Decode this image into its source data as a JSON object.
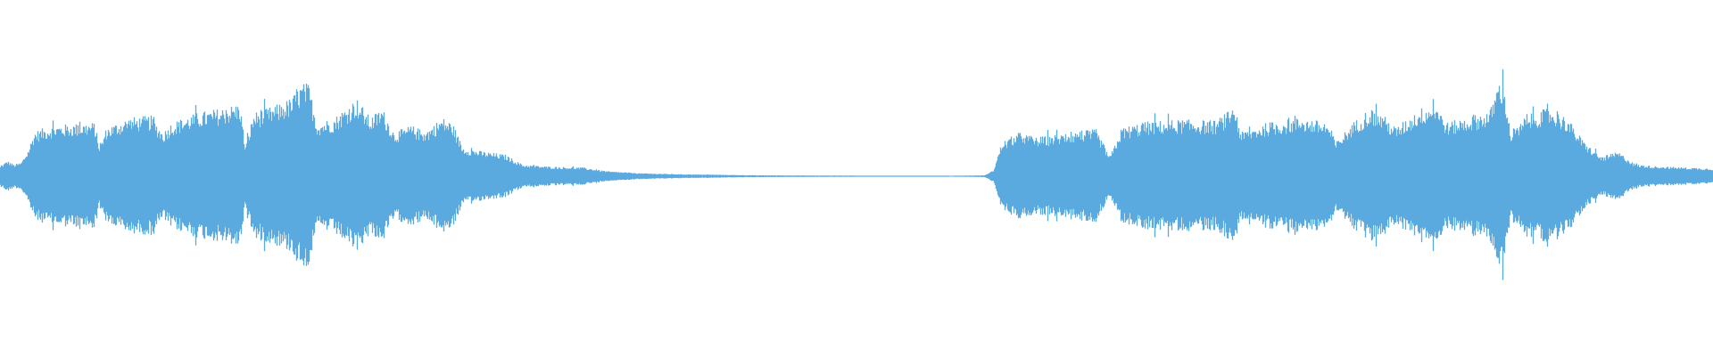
{
  "waveform": {
    "color": "#5aaae0",
    "background": "#ffffff",
    "envelope": [
      [
        0.0,
        0.1
      ],
      [
        0.004,
        0.16
      ],
      [
        0.008,
        0.12
      ],
      [
        0.012,
        0.14
      ],
      [
        0.016,
        0.26
      ],
      [
        0.02,
        0.46
      ],
      [
        0.03,
        0.52
      ],
      [
        0.045,
        0.54
      ],
      [
        0.055,
        0.55
      ],
      [
        0.058,
        0.3
      ],
      [
        0.062,
        0.5
      ],
      [
        0.075,
        0.6
      ],
      [
        0.088,
        0.62
      ],
      [
        0.095,
        0.45
      ],
      [
        0.1,
        0.55
      ],
      [
        0.115,
        0.65
      ],
      [
        0.13,
        0.7
      ],
      [
        0.14,
        0.75
      ],
      [
        0.143,
        0.3
      ],
      [
        0.148,
        0.65
      ],
      [
        0.16,
        0.72
      ],
      [
        0.17,
        0.8
      ],
      [
        0.176,
        0.95
      ],
      [
        0.18,
        0.95
      ],
      [
        0.185,
        0.55
      ],
      [
        0.195,
        0.6
      ],
      [
        0.208,
        0.8
      ],
      [
        0.216,
        0.6
      ],
      [
        0.223,
        0.7
      ],
      [
        0.23,
        0.45
      ],
      [
        0.24,
        0.52
      ],
      [
        0.248,
        0.46
      ],
      [
        0.258,
        0.6
      ],
      [
        0.264,
        0.55
      ],
      [
        0.27,
        0.3
      ],
      [
        0.28,
        0.26
      ],
      [
        0.295,
        0.22
      ],
      [
        0.305,
        0.12
      ],
      [
        0.32,
        0.1
      ],
      [
        0.34,
        0.09
      ],
      [
        0.355,
        0.05
      ],
      [
        0.375,
        0.03
      ],
      [
        0.4,
        0.02
      ],
      [
        0.44,
        0.01
      ],
      [
        0.5,
        0.006
      ],
      [
        0.553,
        0.004
      ],
      [
        0.554,
        0.0
      ],
      [
        0.557,
        0.0
      ],
      [
        0.558,
        0.004
      ],
      [
        0.575,
        0.01
      ],
      [
        0.58,
        0.06
      ],
      [
        0.585,
        0.35
      ],
      [
        0.595,
        0.45
      ],
      [
        0.605,
        0.4
      ],
      [
        0.615,
        0.42
      ],
      [
        0.625,
        0.45
      ],
      [
        0.64,
        0.48
      ],
      [
        0.648,
        0.2
      ],
      [
        0.655,
        0.5
      ],
      [
        0.67,
        0.56
      ],
      [
        0.69,
        0.58
      ],
      [
        0.71,
        0.57
      ],
      [
        0.72,
        0.7
      ],
      [
        0.725,
        0.45
      ],
      [
        0.74,
        0.55
      ],
      [
        0.76,
        0.6
      ],
      [
        0.775,
        0.55
      ],
      [
        0.78,
        0.35
      ],
      [
        0.79,
        0.55
      ],
      [
        0.8,
        0.7
      ],
      [
        0.808,
        0.62
      ],
      [
        0.815,
        0.5
      ],
      [
        0.83,
        0.7
      ],
      [
        0.838,
        0.75
      ],
      [
        0.845,
        0.55
      ],
      [
        0.86,
        0.62
      ],
      [
        0.87,
        0.67
      ],
      [
        0.875,
        0.97
      ],
      [
        0.878,
        0.97
      ],
      [
        0.882,
        0.45
      ],
      [
        0.895,
        0.65
      ],
      [
        0.905,
        0.7
      ],
      [
        0.915,
        0.6
      ],
      [
        0.925,
        0.35
      ],
      [
        0.935,
        0.2
      ],
      [
        0.945,
        0.25
      ],
      [
        0.955,
        0.12
      ],
      [
        0.97,
        0.1
      ],
      [
        0.985,
        0.09
      ],
      [
        1.0,
        0.08
      ]
    ]
  }
}
